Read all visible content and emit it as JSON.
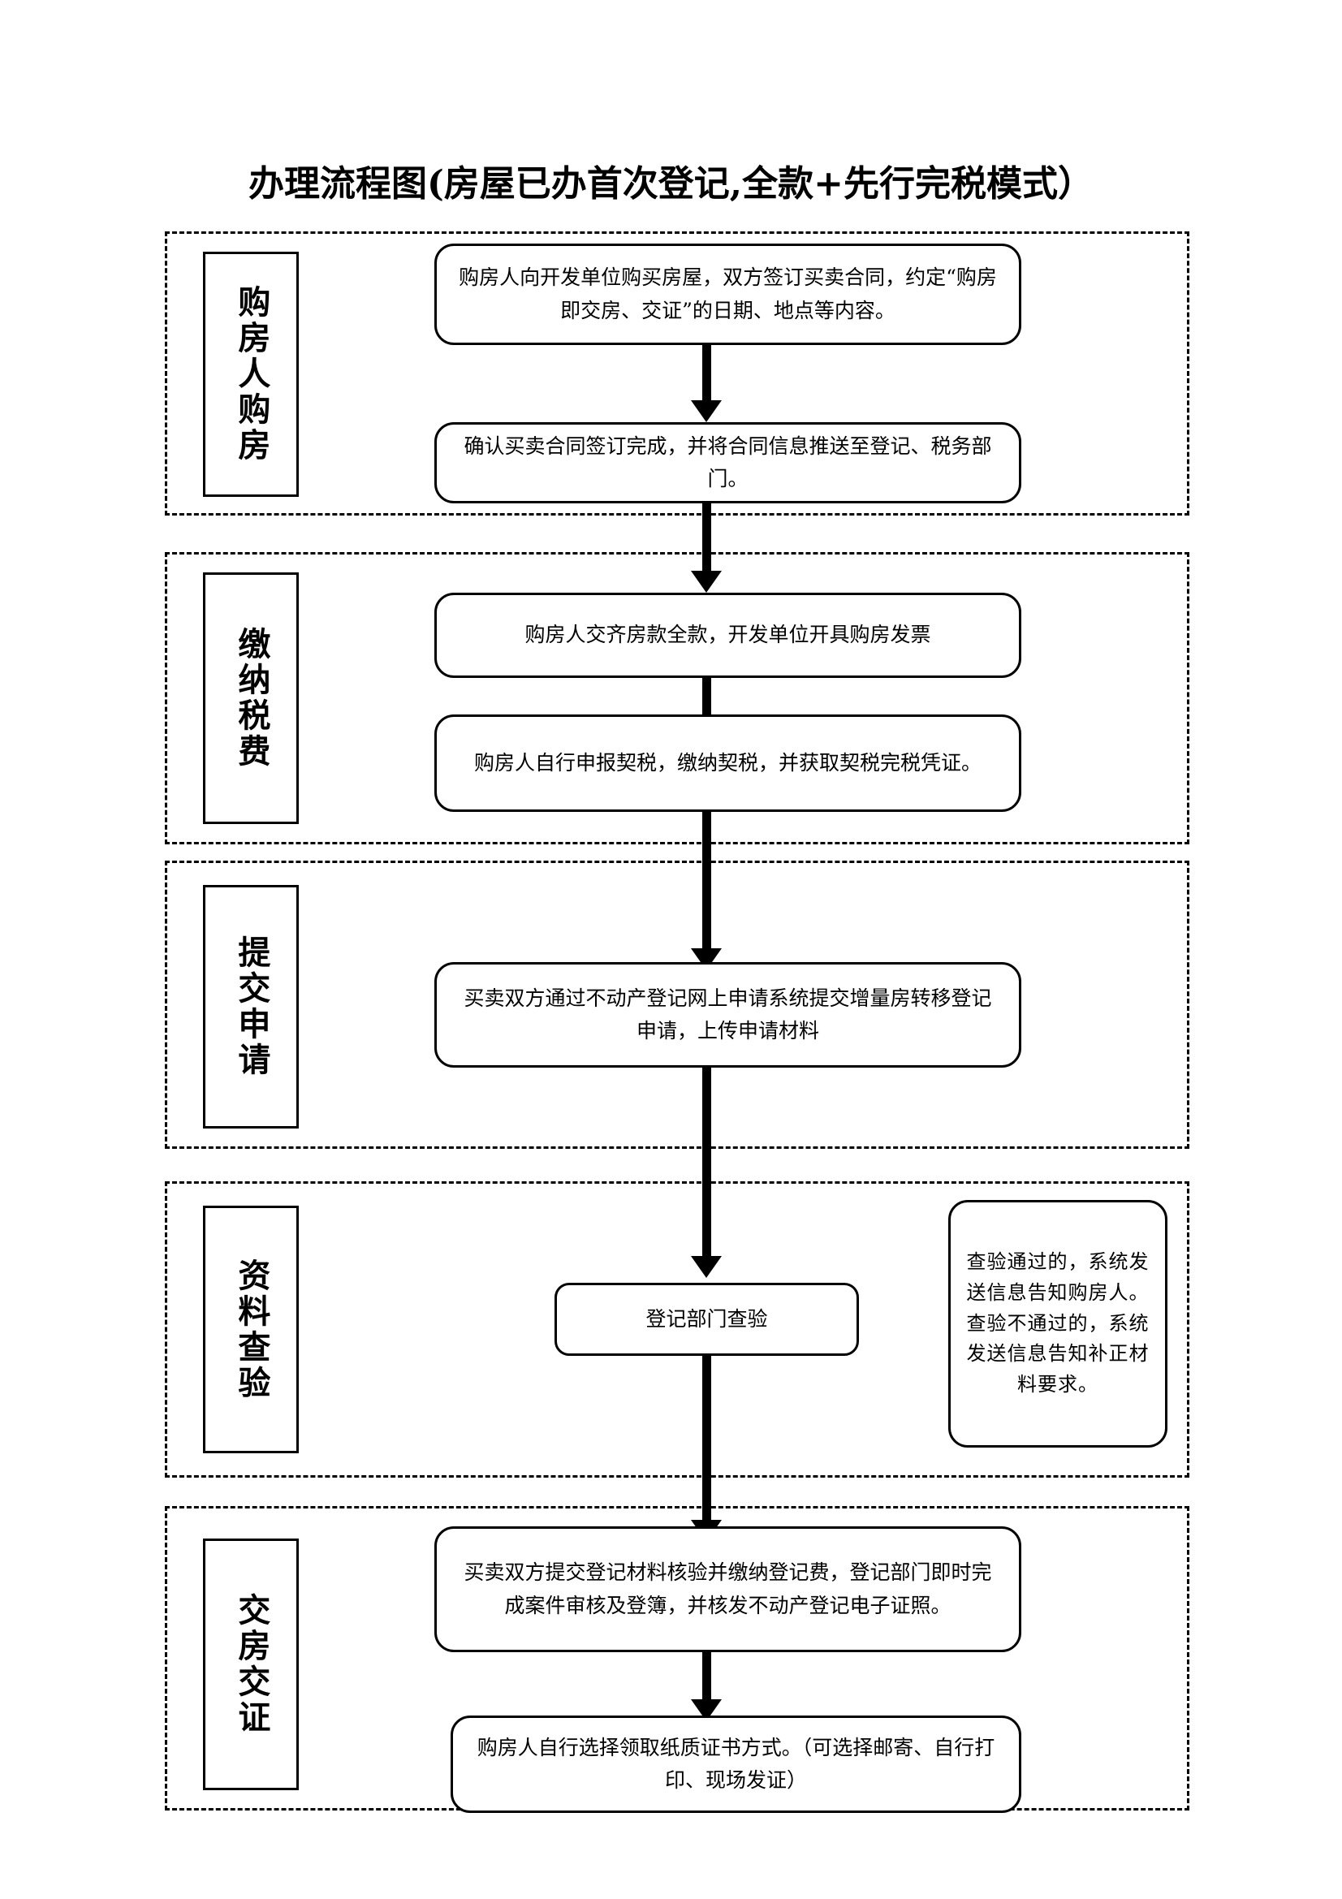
{
  "title": "办理流程图(房屋已办首次登记,全款+先行完税模式）",
  "colors": {
    "line": "#000000",
    "background": "#ffffff",
    "text": "#000000"
  },
  "stages": [
    {
      "id": "stage-1",
      "label": "购房人购房",
      "boxes": [
        {
          "id": "box-1-1",
          "text": "购房人向开发单位购买房屋，双方签订买卖合同，约定“购房即交房、交证”的日期、地点等内容。"
        },
        {
          "id": "box-1-2",
          "text": "确认买卖合同签订完成，并将合同信息推送至登记、税务部门。"
        }
      ]
    },
    {
      "id": "stage-2",
      "label": "缴纳税费",
      "boxes": [
        {
          "id": "box-2-1",
          "text": "购房人交齐房款全款，开发单位开具购房发票"
        },
        {
          "id": "box-2-2",
          "text": "购房人自行申报契税，缴纳契税，并获取契税完税凭证。"
        }
      ]
    },
    {
      "id": "stage-3",
      "label": "提交申请",
      "boxes": [
        {
          "id": "box-3-1",
          "text": "买卖双方通过不动产登记网上申请系统提交增量房转移登记申请，上传申请材料"
        }
      ]
    },
    {
      "id": "stage-4",
      "label": "资料查验",
      "boxes": [
        {
          "id": "box-4-1",
          "text": "登记部门查验"
        },
        {
          "id": "box-4-note",
          "text": "查验通过的，系统发送信息告知购房人。查验不通过的，系统发送信息告知补正材料要求。"
        }
      ]
    },
    {
      "id": "stage-5",
      "label": "交房交证",
      "boxes": [
        {
          "id": "box-5-1",
          "text": "买卖双方提交登记材料核验并缴纳登记费，登记部门即时完成案件审核及登簿，并核发不动产登记电子证照。"
        },
        {
          "id": "box-5-2",
          "text": "购房人自行选择领取纸质证书方式。（可选择邮寄、自行打印、现场发证）"
        }
      ]
    }
  ]
}
